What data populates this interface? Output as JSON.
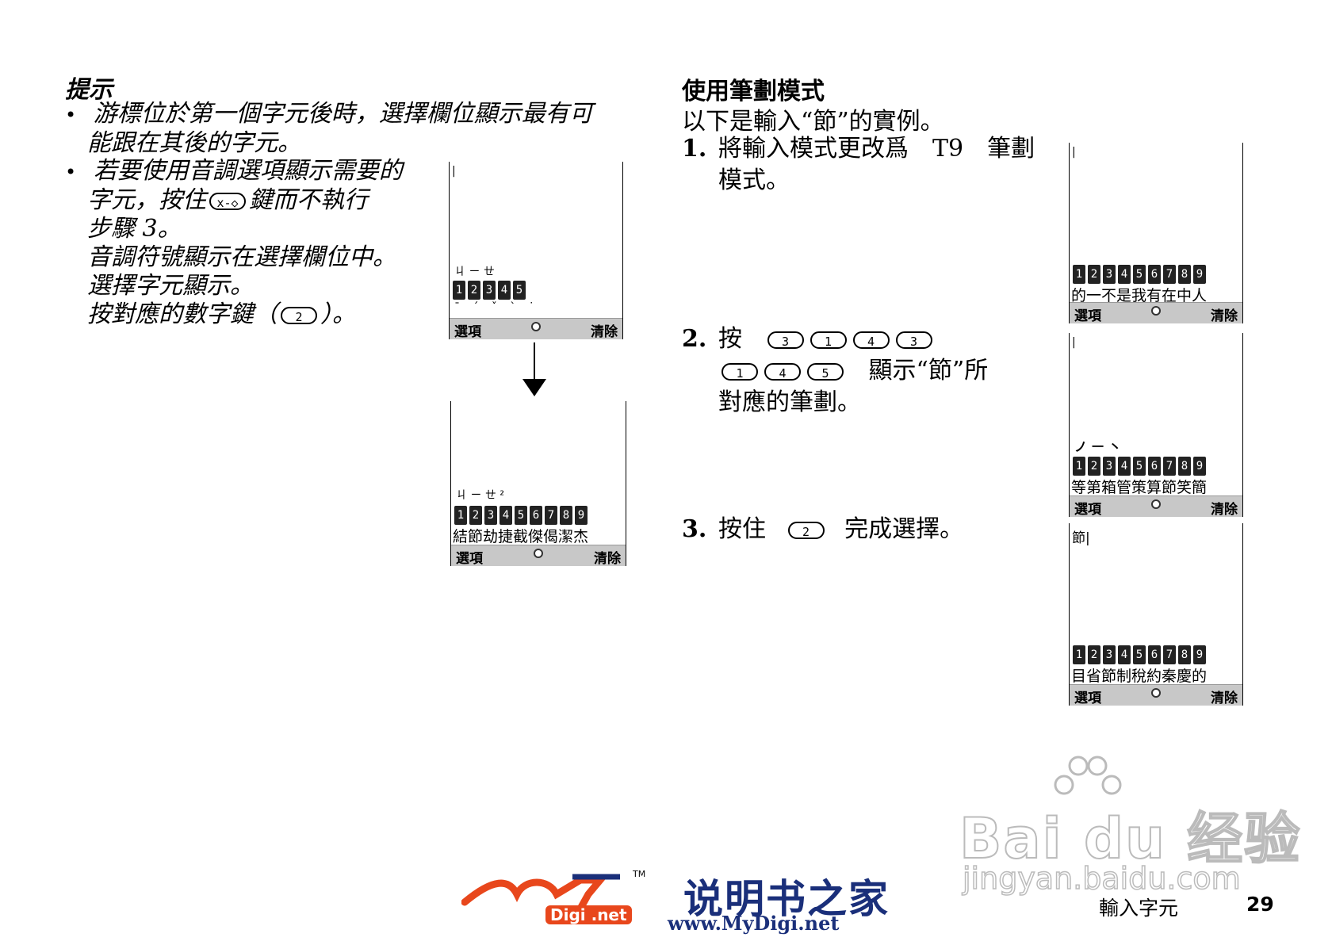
{
  "tips": {
    "title": "提示",
    "bullet1": [
      "游標位於第一個字元後時，選擇欄位顯示最有可",
      "能跟在其後的字元。"
    ],
    "bullet2_line1": "若要使用音調選項顯示需要的",
    "bullet2_line2a": "字元，按住",
    "bullet2_key": "x-◇",
    "bullet2_line2b": "鍵而不執行",
    "bullet2_line3": "步驟 3。",
    "bullet2_line4": "音調符號顯示在選擇欄位中。",
    "bullet2_line5": "選擇字元顯示。",
    "bullet2_line6a": "按對應的數字鍵（",
    "bullet2_line6_key": "2",
    "bullet2_line6b": "）。"
  },
  "section": {
    "title": "使用筆劃模式",
    "intro": "以下是輸入“節”的實例。",
    "step1_num": "1.",
    "step1_line1": "將輸入模式更改爲　T9　筆劃",
    "step1_line2": "模式。",
    "step2_num": "2.",
    "step2_a": "按",
    "step2_keys1": [
      "3",
      "1",
      "4",
      "3"
    ],
    "step2_keys2": [
      "1",
      "4",
      "5"
    ],
    "step2_b": "顯示“節”所",
    "step2_line3": "對應的筆劃。",
    "step3_num": "3.",
    "step3_a": "按住",
    "step3_key": "2",
    "step3_b": "完成選擇。"
  },
  "screens": {
    "softkey_left": "選項",
    "softkey_right": "清除",
    "s1": {
      "zhuyin": "ㄐ ㄧ ㄝ",
      "digits": [
        "1",
        "2",
        "3",
        "4",
        "5"
      ],
      "tones": "ˉ ˊ ˇ ˋ ˙"
    },
    "s2": {
      "zhuyin": "ㄐ ㄧ ㄝ ²",
      "digits": [
        "1",
        "2",
        "3",
        "4",
        "5",
        "6",
        "7",
        "8",
        "9"
      ],
      "cands": "結節劫捷截傑偈潔杰"
    },
    "s3": {
      "digits": [
        "1",
        "2",
        "3",
        "4",
        "5",
        "6",
        "7",
        "8",
        "9"
      ],
      "cands": "的一不是我有在中人"
    },
    "s4": {
      "strokes": "ノ ㇐ ㇔",
      "digits": [
        "1",
        "2",
        "3",
        "4",
        "5",
        "6",
        "7",
        "8",
        "9"
      ],
      "cands": "等第箱管策算節笑簡"
    },
    "s5": {
      "typed": "節",
      "digits": [
        "1",
        "2",
        "3",
        "4",
        "5",
        "6",
        "7",
        "8",
        "9"
      ],
      "cands": "目省節制稅約秦慶的"
    }
  },
  "footer": {
    "section": "輸入字元",
    "page": "29"
  },
  "watermarks": {
    "mydigi_cn": "说明书之家",
    "mydigi_url": "www.MyDigi.net",
    "mydigi_badge": "Digi .net",
    "mydigi_tm": "TM",
    "baidu_text": "Bai du 经验",
    "baidu_url": "jingyan.baidu.com"
  }
}
